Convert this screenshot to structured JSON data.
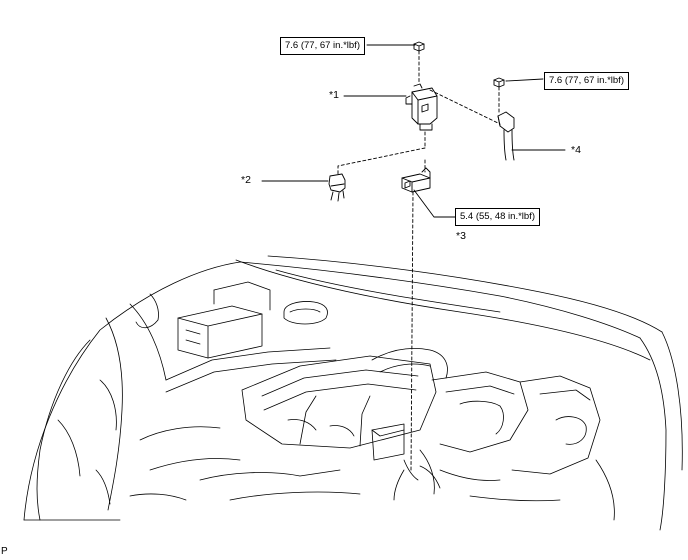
{
  "torque_specs": {
    "nut_top": "7.6 (77, 67 in.*lbf)",
    "nut_right": "7.6 (77, 67 in.*lbf)",
    "bracket_bolt": "5.4 (55, 48 in.*lbf)"
  },
  "callouts": {
    "c1": "*1",
    "c2": "*2",
    "c3": "*3",
    "c4": "*4"
  },
  "footer": {
    "code": "P"
  },
  "colors": {
    "line": "#000000",
    "background": "#ffffff"
  }
}
